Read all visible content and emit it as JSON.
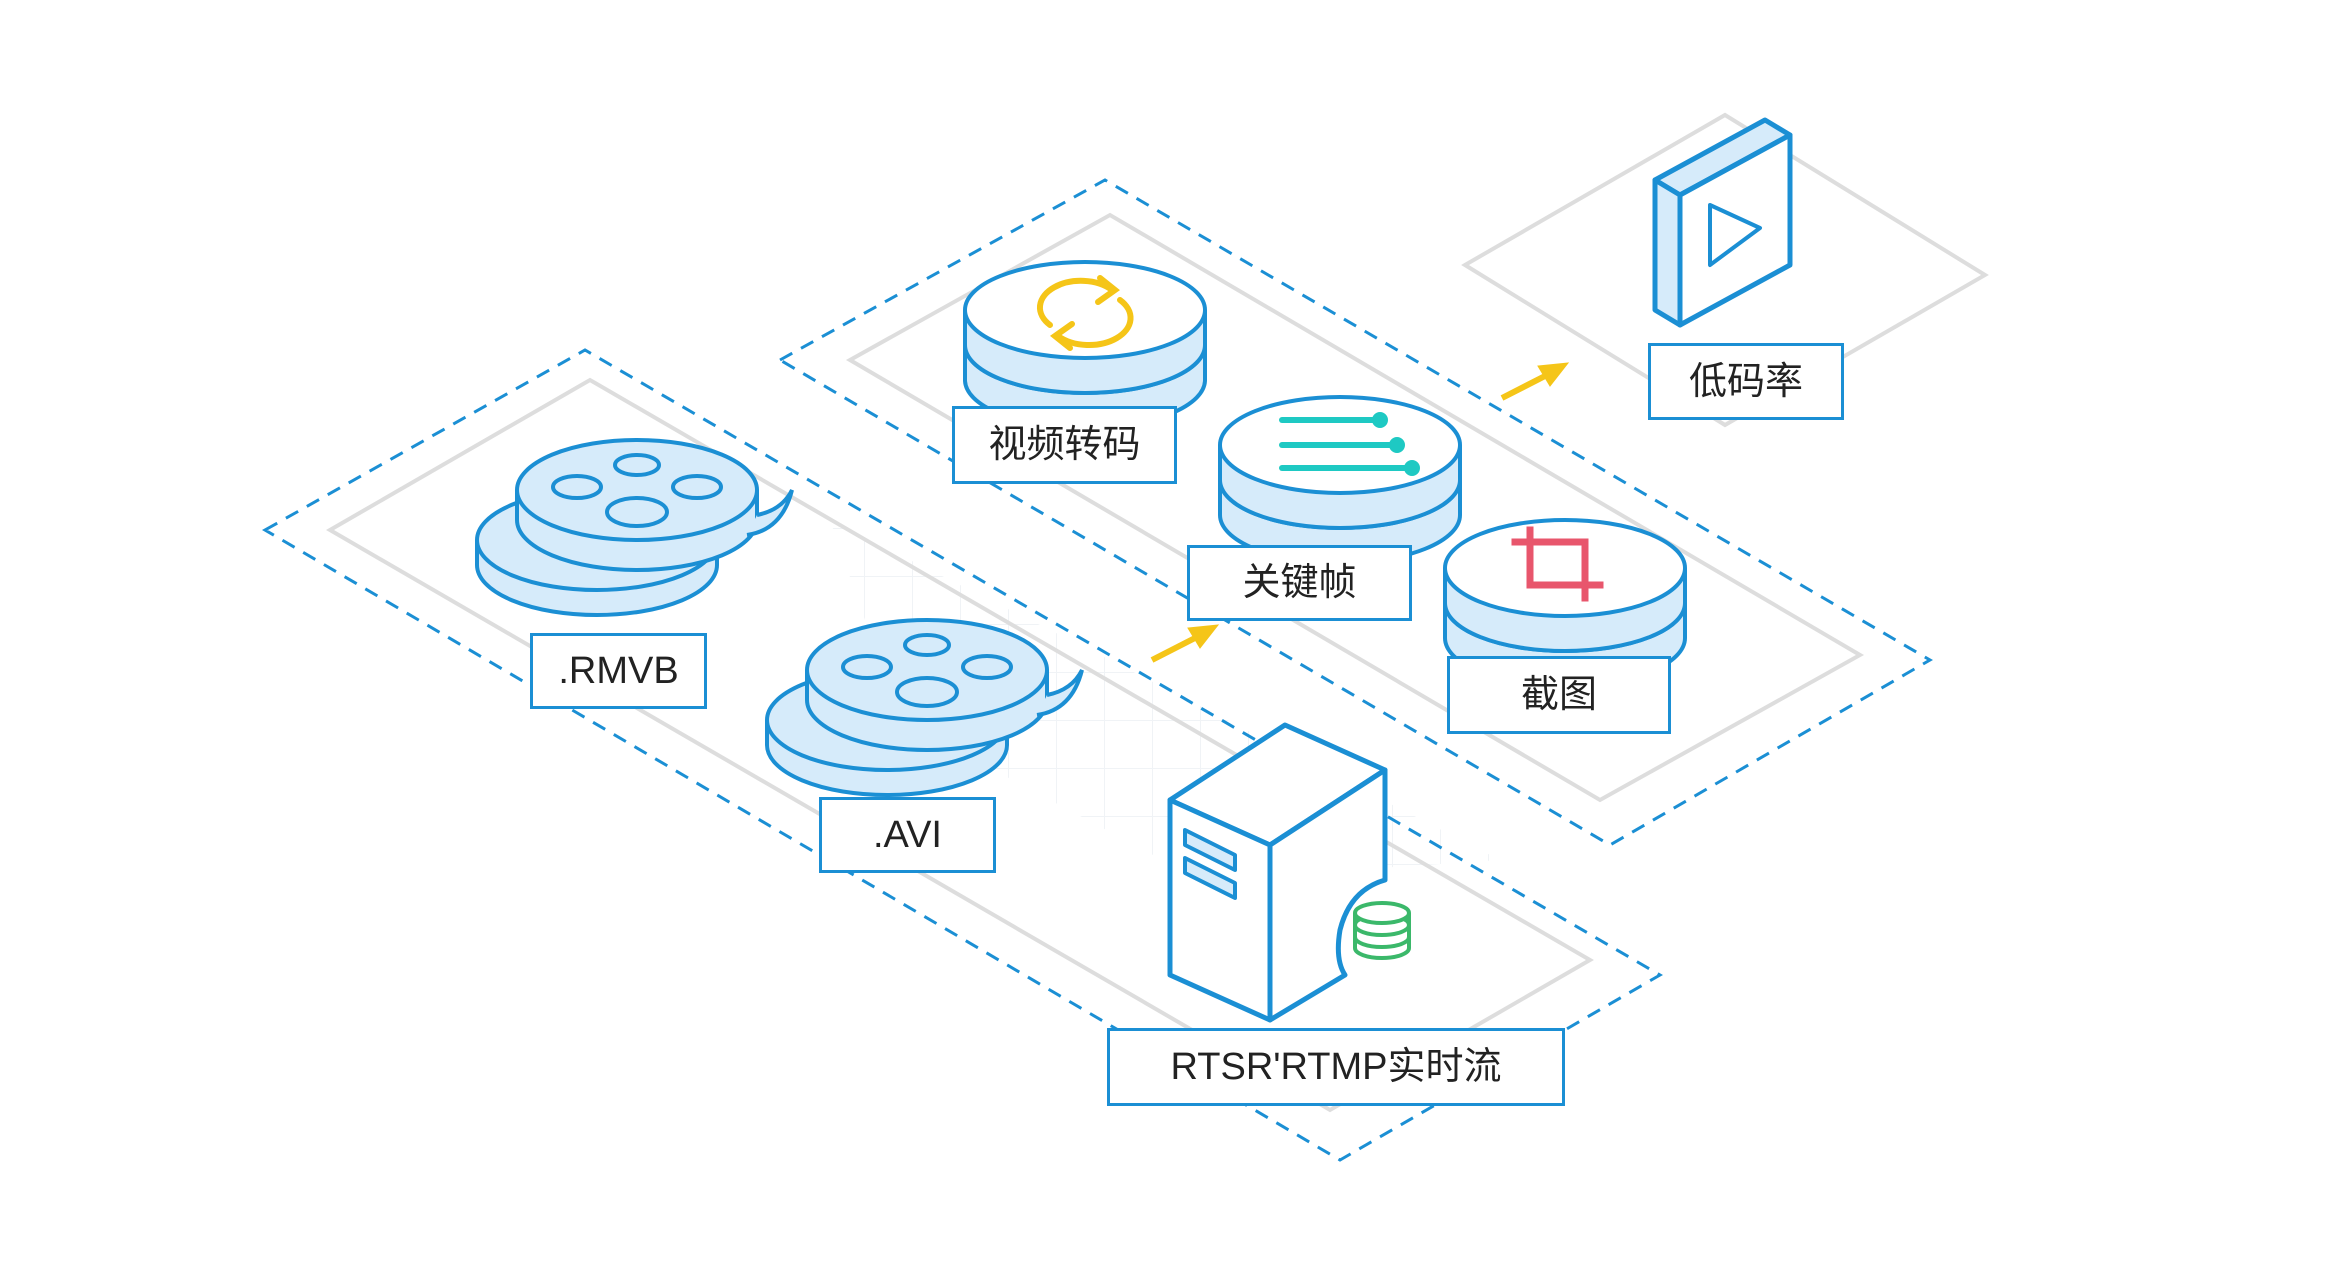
{
  "colors": {
    "accent": "#1b8fd4",
    "disk_fill": "#d6ebfa",
    "arrow": "#f5c518",
    "transcode_icon": "#f5c518",
    "keyframe_icon": "#1ec9c3",
    "crop_icon": "#e8566c",
    "db_icon": "#3bb86a",
    "platform_outline": "#dddddd"
  },
  "icons": {
    "source_reels": "film-reel-icon",
    "server": "server-icon",
    "transcode": "refresh-arrows-icon",
    "keyframe": "lines-icon",
    "crop": "crop-icon",
    "output": "play-icon"
  },
  "labels": {
    "rmvb": ".RMVB",
    "avi": ".AVI",
    "stream": "RTSR'RTMP实时流",
    "transcode": "视频转码",
    "keyframe": "关键帧",
    "screenshot": "截图",
    "low_bitrate": "低码率"
  }
}
